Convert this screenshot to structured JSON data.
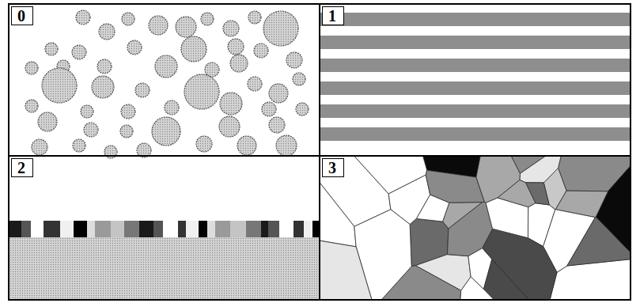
{
  "diagram": {
    "nodes": [
      {
        "text": [
          "0"
        ]
      },
      {
        "text": [
          "1"
        ]
      },
      {
        "text": [
          "2"
        ]
      },
      {
        "text": [
          "3"
        ]
      }
    ]
  }
}
